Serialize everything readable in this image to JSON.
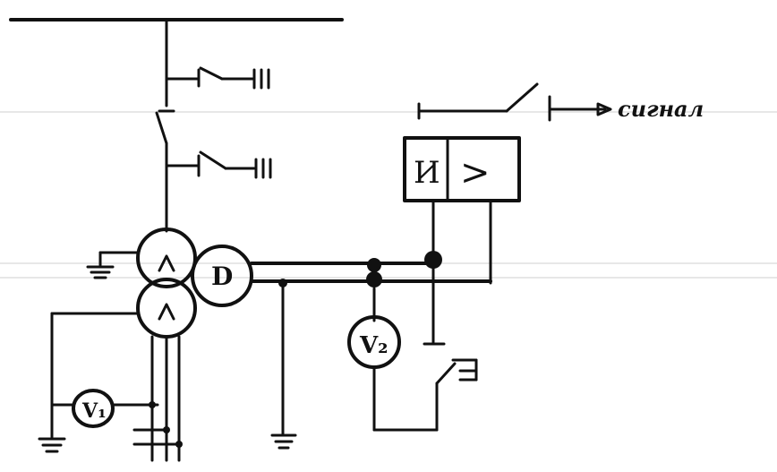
{
  "relay_block": {
    "left_label": "И",
    "right_label": ">"
  },
  "voltmeter_1": {
    "label": "V₁"
  },
  "voltmeter_2": {
    "label": "V₂"
  },
  "transformer": {
    "delta_label": "D"
  },
  "signal": {
    "label": "сигнал"
  }
}
